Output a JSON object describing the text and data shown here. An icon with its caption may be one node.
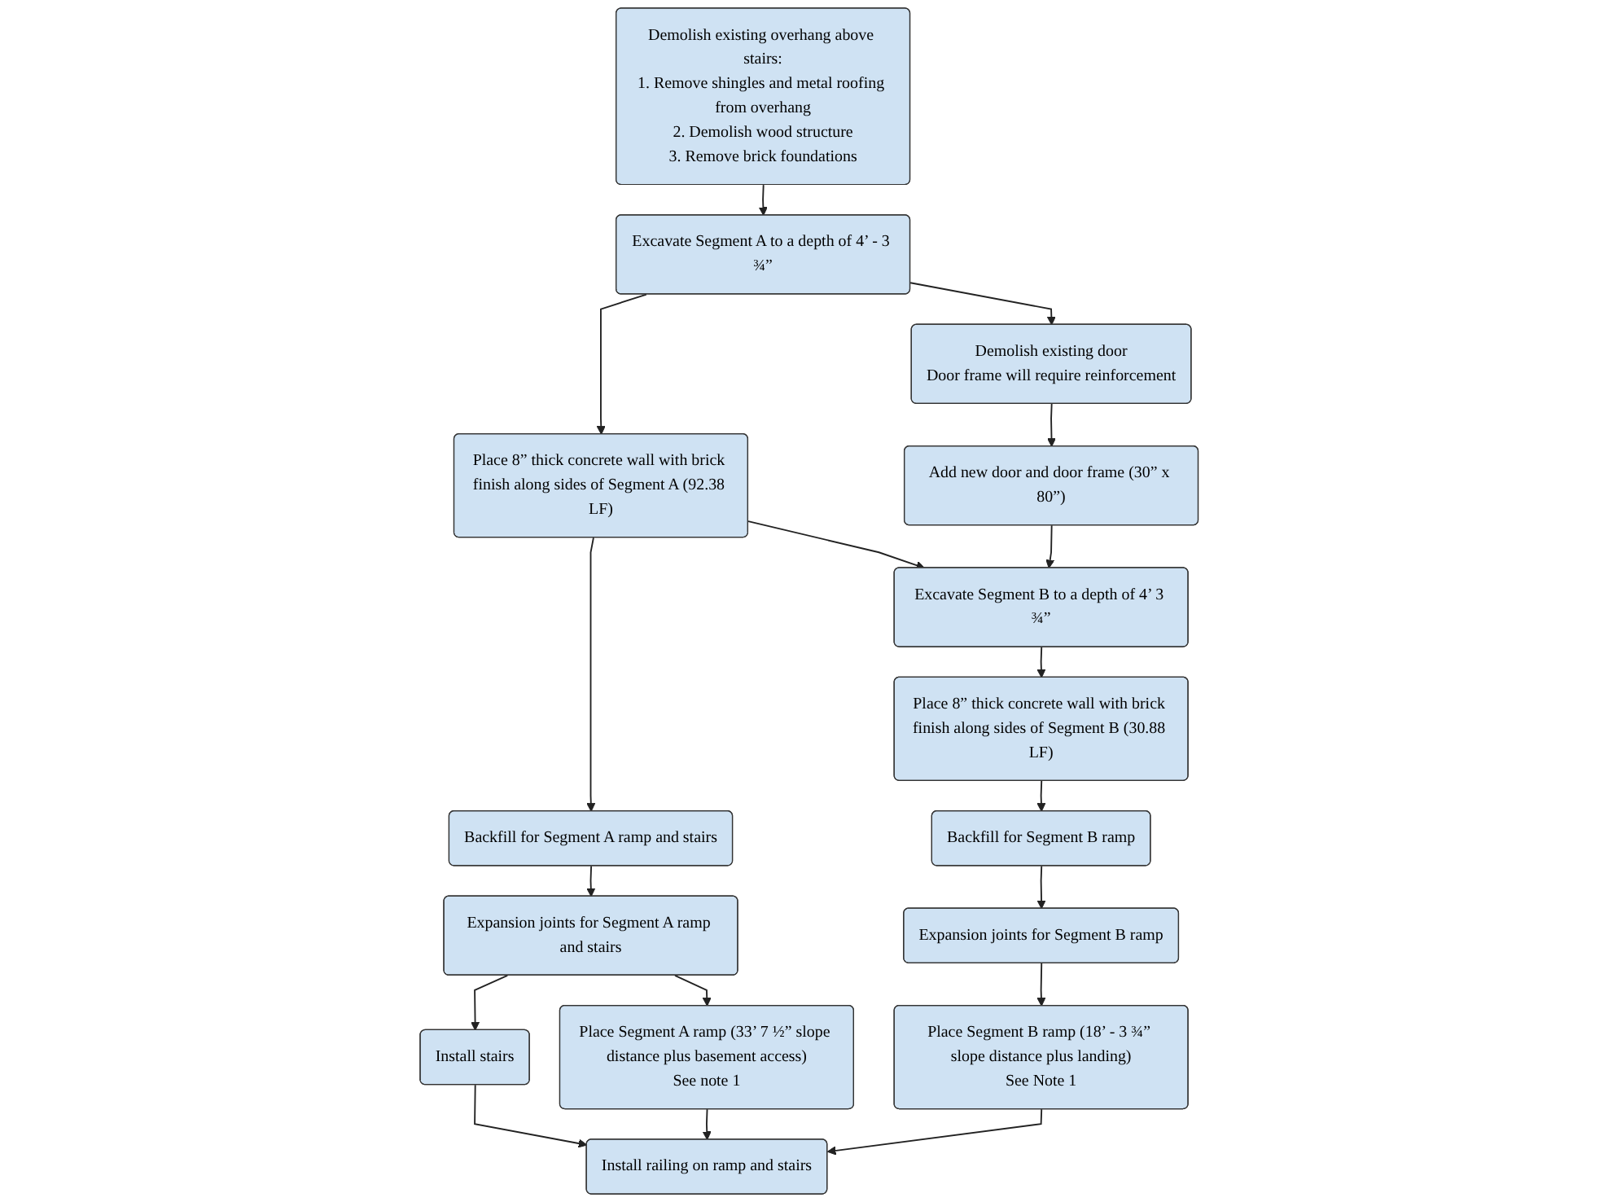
{
  "diagram": {
    "nodes": [
      {
        "text": [
          "Demolish existing overhang above stairs:",
          "1. Remove shingles and metal roofing from overhang",
          "2. Demolish wood structure",
          "3. Remove brick foundations"
        ]
      },
      {
        "text": [
          "Excavate Segment A to a depth of 4’ - 3 ¾”"
        ]
      },
      {
        "text": [
          "Demolish existing door",
          "Door frame will require reinforcement"
        ]
      },
      {
        "text": [
          "Place 8” thick concrete wall with brick finish along sides of Segment A (92.38 LF)"
        ]
      },
      {
        "text": [
          "Add new door and door frame (30” x 80”)"
        ]
      },
      {
        "text": [
          "Excavate Segment B to a depth of 4’ 3 ¾”"
        ]
      },
      {
        "text": [
          "Backfill for Segment A ramp and stairs"
        ]
      },
      {
        "text": [
          "Place 8” thick concrete wall with brick finish along sides of Segment B (30.88 LF)"
        ]
      },
      {
        "text": [
          "Expansion joints for Segment A ramp and stairs"
        ]
      },
      {
        "text": [
          "Backfill for Segment B ramp"
        ]
      },
      {
        "text": [
          "Place Segment A ramp (33’ 7 ½” slope distance plus basement access)",
          "See note 1"
        ]
      },
      {
        "text": [
          "Install stairs"
        ]
      },
      {
        "text": [
          "Expansion joints for Segment B ramp"
        ]
      },
      {
        "text": [
          "Place Segment B ramp (18’ - 3 ¾” slope distance plus landing)",
          "See Note 1"
        ]
      },
      {
        "text": [
          "Install railing on ramp and stairs"
        ]
      }
    ],
    "edges": [
      {
        "from": 0,
        "to": 1,
        "arrow": "to"
      },
      {
        "from": 1,
        "to": 2,
        "arrow": "to"
      },
      {
        "from": 1,
        "to": 3,
        "arrow": "to"
      },
      {
        "from": 2,
        "to": 4,
        "arrow": "to"
      },
      {
        "from": 3,
        "to": 5,
        "arrow": "to"
      },
      {
        "from": 4,
        "to": 5,
        "arrow": "to"
      },
      {
        "from": 3,
        "to": 6,
        "arrow": "to"
      },
      {
        "from": 5,
        "to": 7,
        "arrow": "to"
      },
      {
        "from": 6,
        "to": 8,
        "arrow": "to"
      },
      {
        "from": 7,
        "to": 9,
        "arrow": "to"
      },
      {
        "from": 8,
        "to": 11,
        "arrow": "to"
      },
      {
        "from": 8,
        "to": 10,
        "arrow": "to"
      },
      {
        "from": 9,
        "to": 12,
        "arrow": "to"
      },
      {
        "from": 12,
        "to": 13,
        "arrow": "to"
      },
      {
        "from": 11,
        "to": 14,
        "arrow": "to"
      },
      {
        "from": 10,
        "to": 14,
        "arrow": "to"
      },
      {
        "from": 13,
        "to": 14,
        "arrow": "to"
      }
    ]
  }
}
